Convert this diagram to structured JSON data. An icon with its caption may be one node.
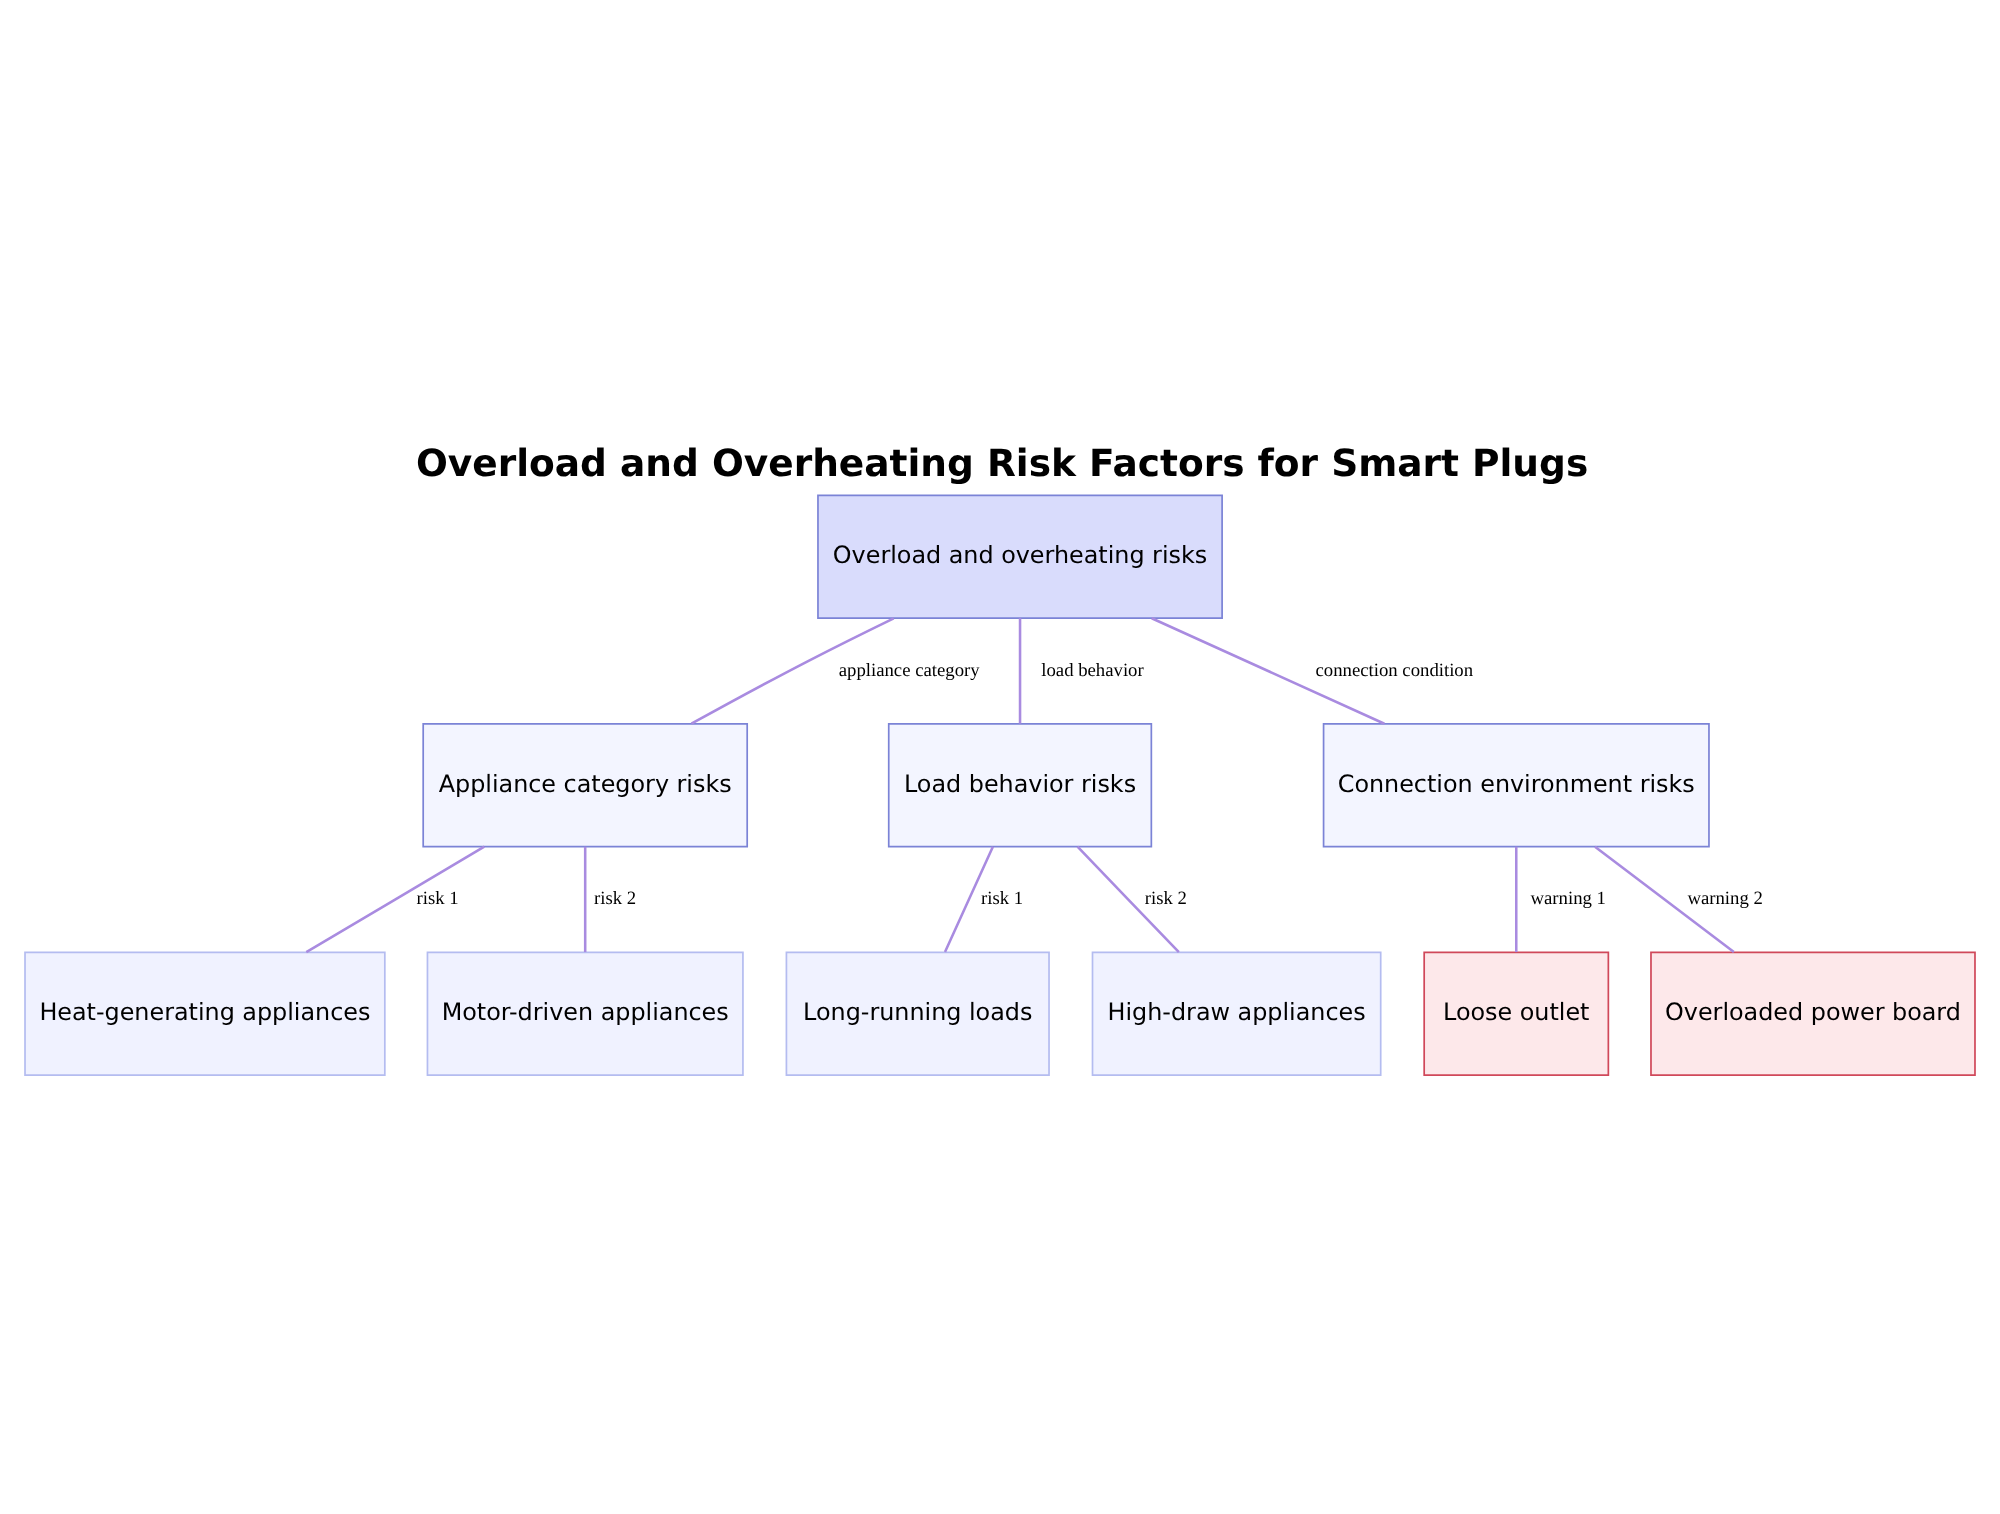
{
  "diagram": {
    "title": "Overload and Overheating Risk Factors for Smart Plugs",
    "nodes": [
      {
        "text": [
          "Overload and overheating risks"
        ]
      },
      {
        "text": [
          "Appliance category risks"
        ]
      },
      {
        "text": [
          "Load behavior risks"
        ]
      },
      {
        "text": [
          "Connection environment risks"
        ]
      },
      {
        "text": [
          "Heat-generating appliances"
        ]
      },
      {
        "text": [
          "Motor-driven appliances"
        ]
      },
      {
        "text": [
          "Long-running loads"
        ]
      },
      {
        "text": [
          "High-draw appliances"
        ]
      },
      {
        "text": [
          "Loose outlet"
        ]
      },
      {
        "text": [
          "Overloaded power board"
        ]
      }
    ],
    "edges": [
      {
        "from": 0,
        "to": 1,
        "arrow": "none",
        "label": "appliance category"
      },
      {
        "from": 0,
        "to": 2,
        "arrow": "none",
        "label": "load behavior"
      },
      {
        "from": 0,
        "to": 3,
        "arrow": "none",
        "label": "connection condition"
      },
      {
        "from": 1,
        "to": 4,
        "arrow": "none",
        "label": "risk 1"
      },
      {
        "from": 1,
        "to": 5,
        "arrow": "none",
        "label": "risk 2"
      },
      {
        "from": 2,
        "to": 6,
        "arrow": "none",
        "label": "risk 1"
      },
      {
        "from": 2,
        "to": 7,
        "arrow": "none",
        "label": "risk 2"
      },
      {
        "from": 3,
        "to": 8,
        "arrow": "none",
        "label": "warning 1"
      },
      {
        "from": 3,
        "to": 9,
        "arrow": "none",
        "label": "warning 2"
      }
    ]
  }
}
